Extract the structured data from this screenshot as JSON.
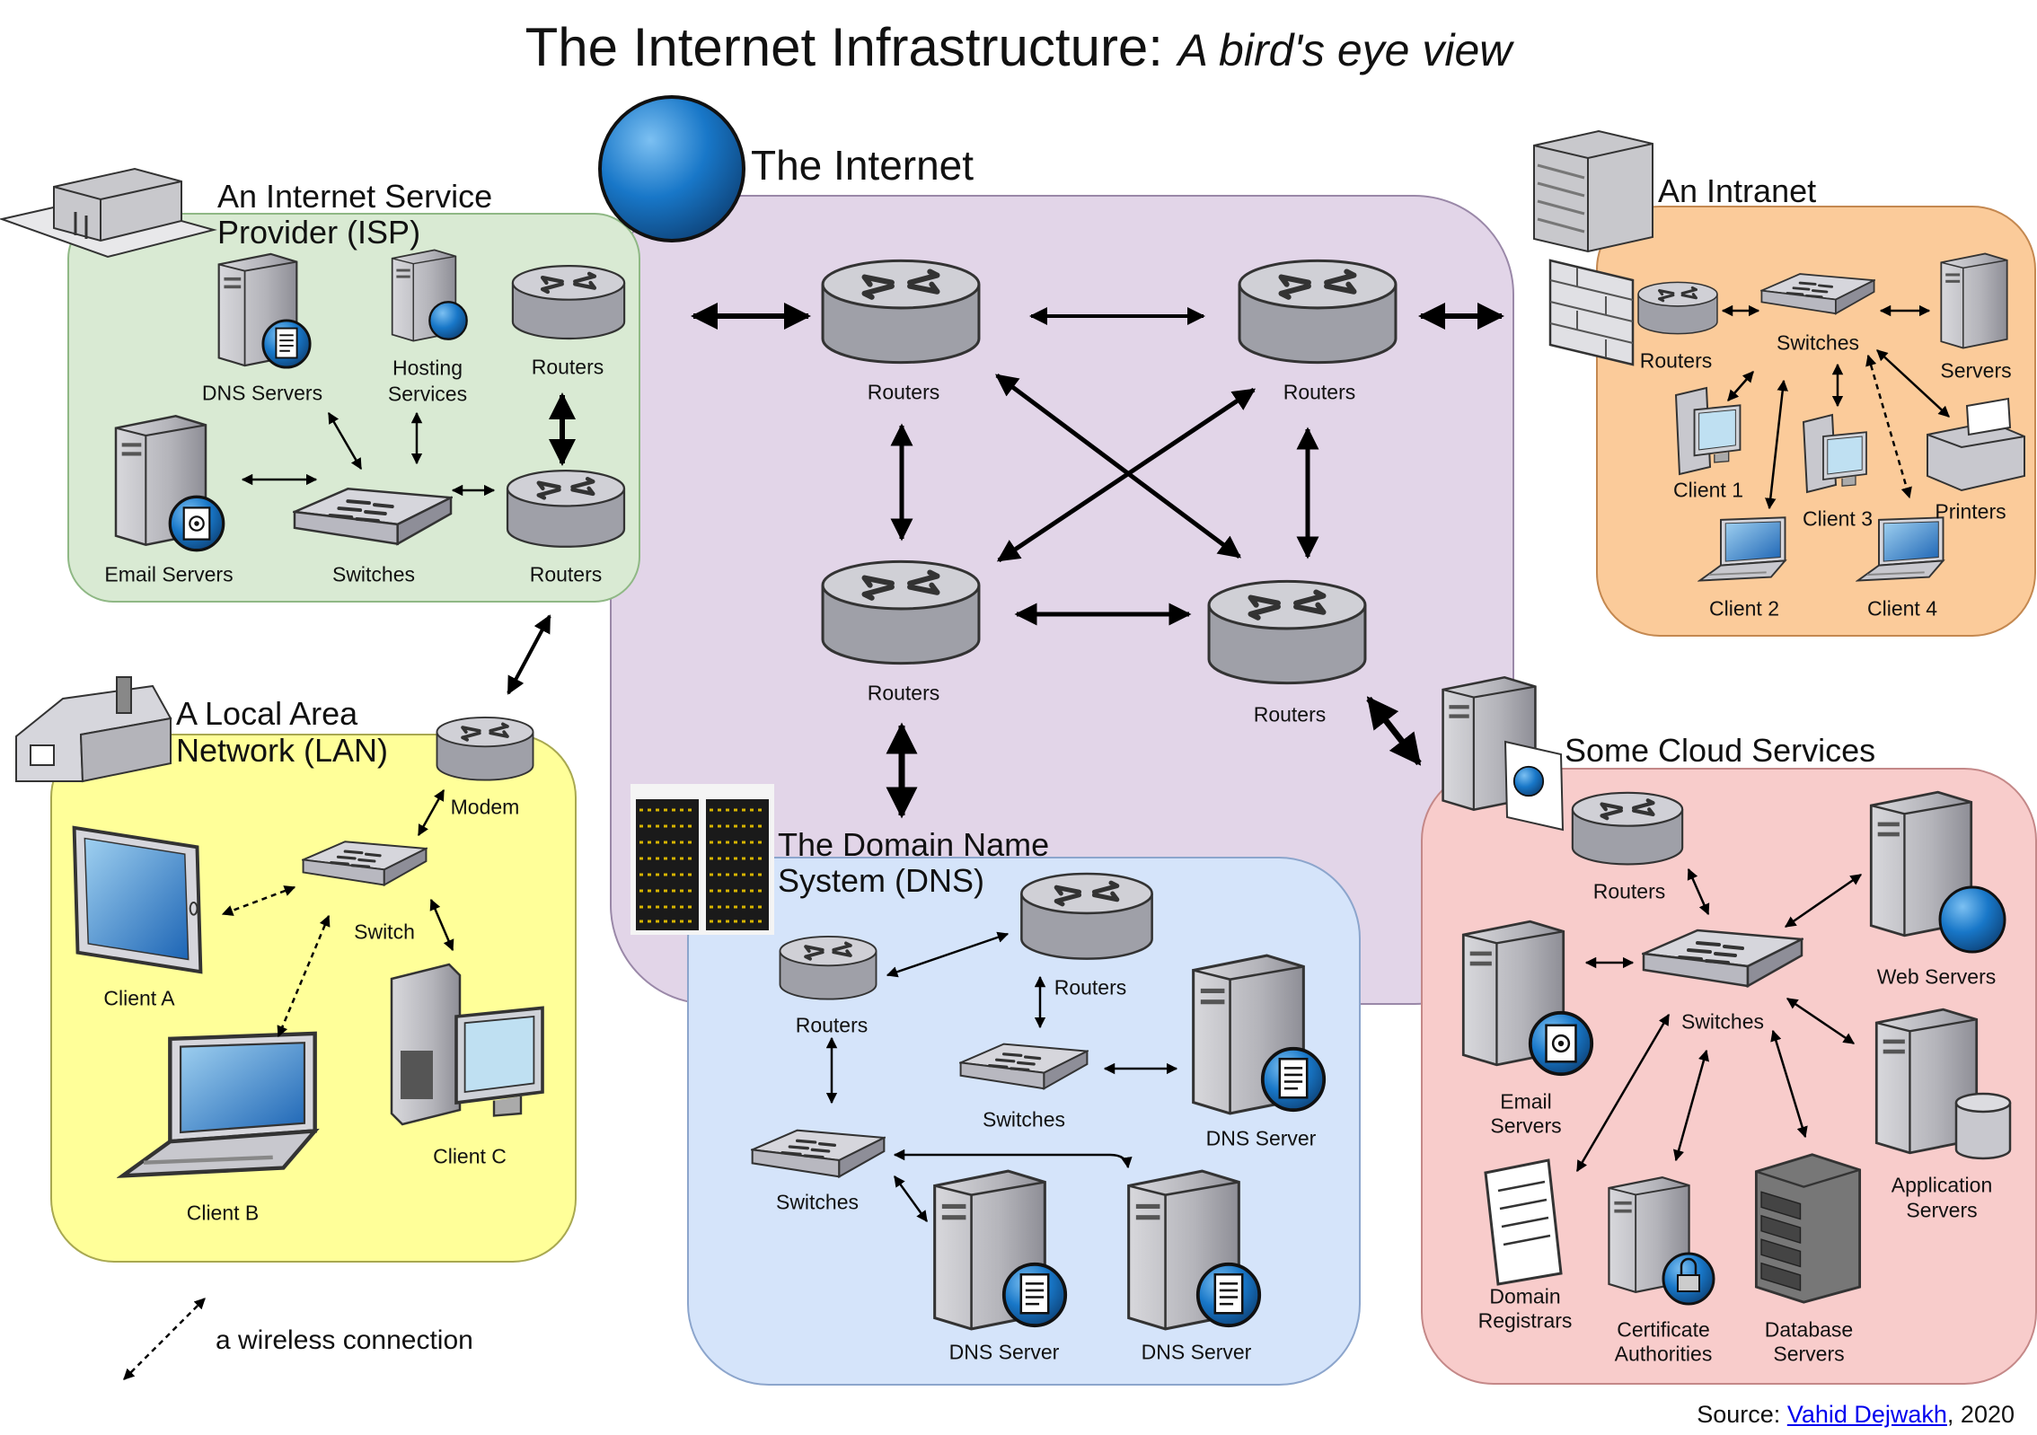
{
  "title": {
    "main": "The Internet Infrastructure:",
    "sub": "A bird's eye view"
  },
  "colors": {
    "internet": "#e2d5e8",
    "isp": "#d9ead3",
    "intranet": "#fbcb9a",
    "lan": "#ffff99",
    "dns": "#d5e4fa",
    "cloud": "#f8cccb",
    "device": "#c0c0c4",
    "globe": "#1877c8"
  },
  "regions": {
    "internet": "The Internet",
    "isp": [
      "An Internet Service",
      "Provider (ISP)"
    ],
    "intranet": "An Intranet",
    "lan": [
      "A Local Area",
      "Network (LAN)"
    ],
    "dns": [
      "The Domain Name",
      "System (DNS)"
    ],
    "cloud": "Some Cloud Services"
  },
  "internet_nodes": {
    "r1": "Routers",
    "r2": "Routers",
    "r3": "Routers",
    "r4": "Routers"
  },
  "isp": {
    "dns_servers": "DNS Servers",
    "hosting_1": "Hosting",
    "hosting_2": "Services",
    "routers_top": "Routers",
    "email_servers": "Email Servers",
    "switches": "Switches",
    "routers_bottom": "Routers"
  },
  "intranet": {
    "routers": "Routers",
    "switches": "Switches",
    "servers": "Servers",
    "client1": "Client 1",
    "client2": "Client 2",
    "client3": "Client 3",
    "client4": "Client 4",
    "printers": "Printers"
  },
  "lan": {
    "modem": "Modem",
    "switch": "Switch",
    "client_a": "Client A",
    "client_b": "Client B",
    "client_c": "Client C"
  },
  "dns": {
    "routers_left": "Routers",
    "routers_right": "Routers",
    "switches_left": "Switches",
    "switches_right": "Switches",
    "dns_server_1": "DNS Server",
    "dns_server_2": "DNS Server",
    "dns_server_3": "DNS Server"
  },
  "cloud": {
    "routers": "Routers",
    "switches": "Switches",
    "web_servers": "Web Servers",
    "email_1": "Email",
    "email_2": "Servers",
    "app_1": "Application",
    "app_2": "Servers",
    "domain_1": "Domain",
    "domain_2": "Registrars",
    "cert_1": "Certificate",
    "cert_2": "Authorities",
    "db_1": "Database",
    "db_2": "Servers"
  },
  "legend": {
    "wireless": "a wireless connection"
  },
  "source": {
    "prefix": "Source: ",
    "author": "Vahid Dejwakh",
    "suffix": ", 2020"
  }
}
